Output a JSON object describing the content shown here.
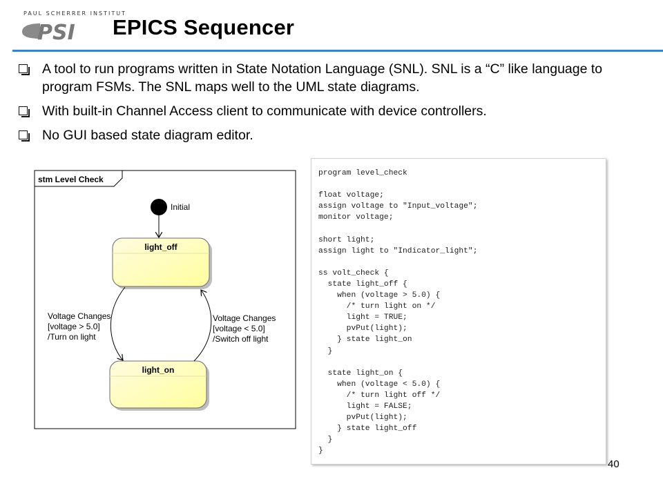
{
  "header": {
    "logo_text": "PAUL SCHERRER INSTITUT",
    "logo_mark": "PSI",
    "title": "EPICS Sequencer",
    "accent_color": "#3b82c4"
  },
  "bullets": [
    "A tool to run programs written in State Notation Language (SNL). SNL is a “C” like language to program FSMs. The SNL maps well to the UML state diagrams.",
    "With built-in Channel Access client to communicate with device controllers.",
    "No GUI based state diagram editor."
  ],
  "diagram": {
    "frame_label": "stm Level Check",
    "initial_label": "Initial",
    "states": [
      "light_off",
      "light_on"
    ],
    "transition_left": [
      "Voltage Changes",
      "[voltage > 5.0]",
      "/Turn on light"
    ],
    "transition_right": [
      "Voltage Changes",
      "[voltage < 5.0]",
      "/Switch off light"
    ],
    "state_fill_color": "#ffffc0"
  },
  "code": {
    "text": "program level_check\n\nfloat voltage;\nassign voltage to \"Input_voltage\";\nmonitor voltage;\n\nshort light;\nassign light to \"Indicator_light\";\n\nss volt_check {\n  state light_off {\n    when (voltage > 5.0) {\n      /* turn light on */\n      light = TRUE;\n      pvPut(light);\n    } state light_on\n  }\n\n  state light_on {\n    when (voltage < 5.0) {\n      /* turn light off */\n      light = FALSE;\n      pvPut(light);\n    } state light_off\n  }\n}"
  },
  "page_number": "40"
}
